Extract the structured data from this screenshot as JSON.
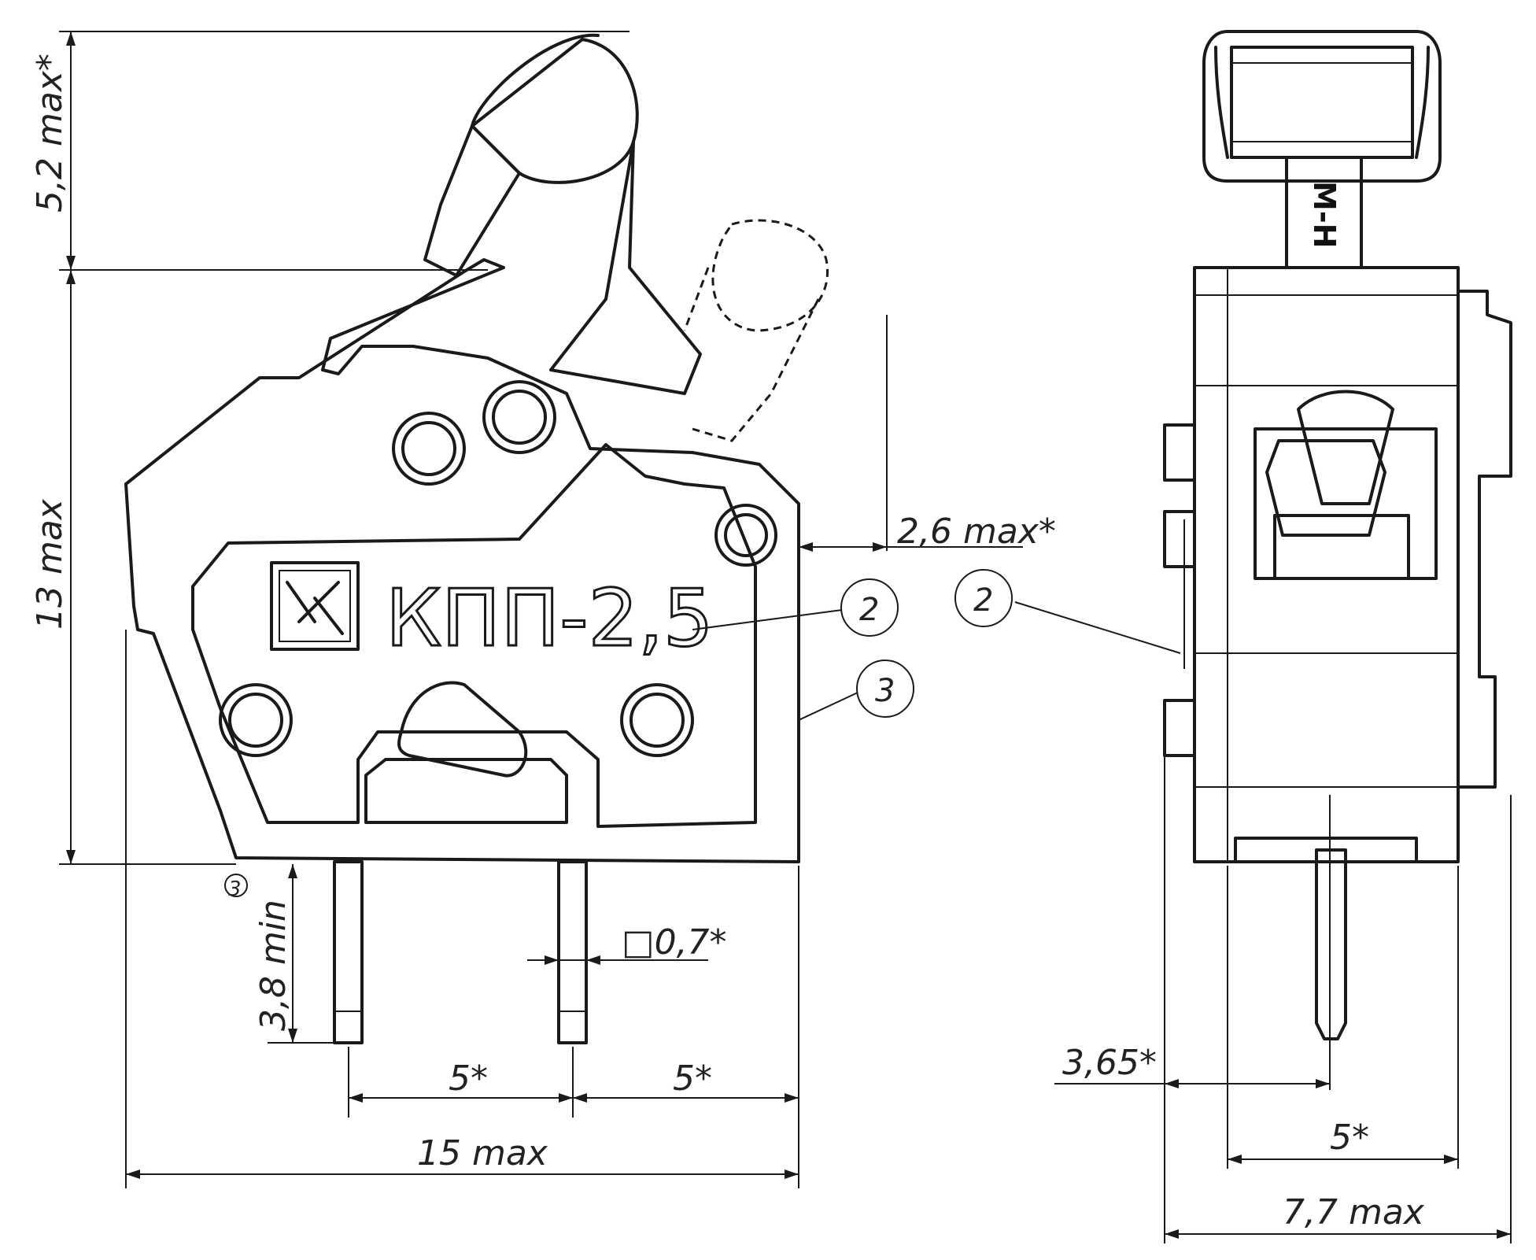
{
  "front_view": {
    "model_label": "КПП-2,5",
    "dim_lever_height": "5,2 max*",
    "dim_body_height": "13 max",
    "dim_lever_offset": "2,6 max*",
    "dim_pin_length": "3,8 min",
    "dim_pin_note": "3",
    "dim_pin_size": "□0,7*",
    "dim_pitch_left": "5*",
    "dim_pitch_right": "5*",
    "dim_total_width": "15 max"
  },
  "side_view": {
    "lever_marking": "M-H",
    "dim_pin_offset": "3,65*",
    "dim_pitch": "5*",
    "dim_total_width": "7,7 max"
  },
  "callouts": {
    "front_2": "2",
    "front_3": "3",
    "side_2": "2"
  }
}
